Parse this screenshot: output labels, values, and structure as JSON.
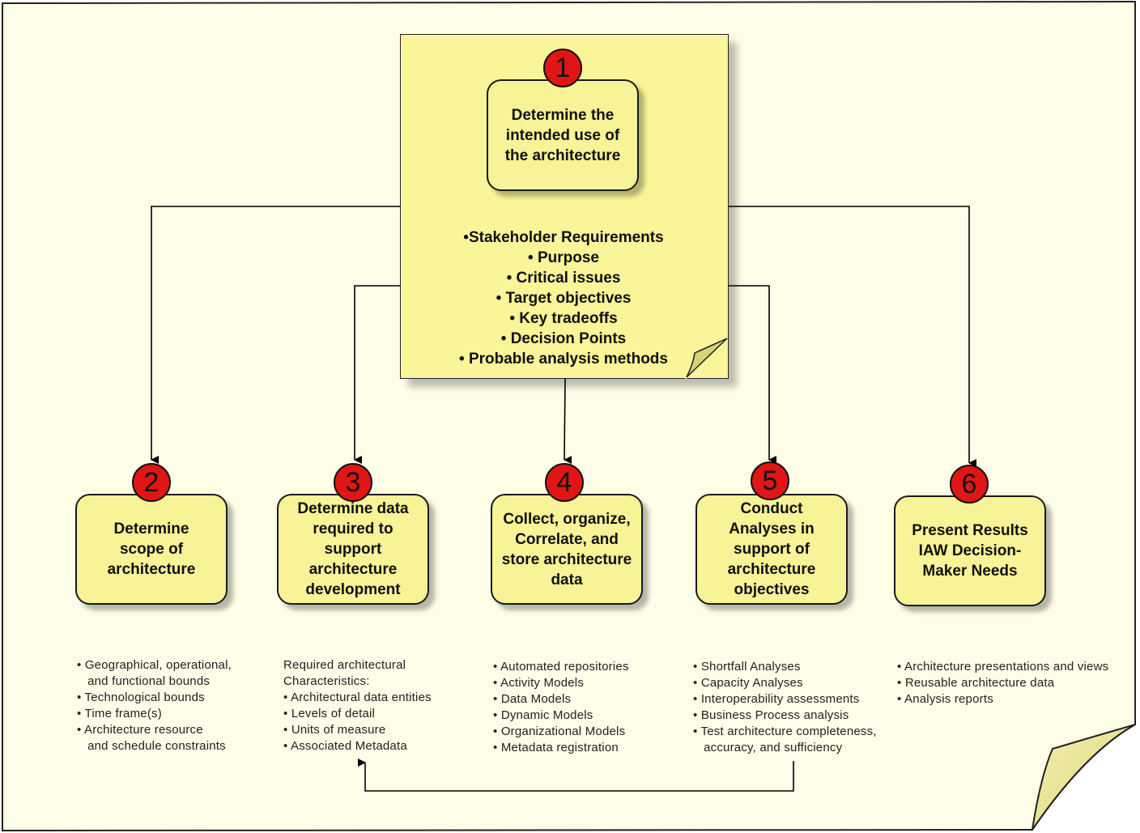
{
  "step1": {
    "number": "1",
    "title": "Determine the intended use of the architecture",
    "bullets": [
      "•Stakeholder Requirements",
      "• Purpose",
      "• Critical issues",
      "• Target objectives",
      "• Key tradeoffs",
      "• Decision Points",
      "• Probable analysis methods"
    ]
  },
  "steps": [
    {
      "number": "2",
      "title": "Determine scope of architecture",
      "details": [
        "• Geographical, operational,",
        "   and functional bounds",
        "• Technological bounds",
        "• Time frame(s)",
        "• Architecture resource",
        "   and schedule constraints"
      ]
    },
    {
      "number": "3",
      "title": "Determine data required to support architecture development",
      "details": [
        "Required architectural",
        "Characteristics:",
        "• Architectural data entities",
        "• Levels of detail",
        "• Units of measure",
        "• Associated Metadata"
      ]
    },
    {
      "number": "4",
      "title": "Collect, organize, Correlate, and store architecture data",
      "details": [
        "• Automated repositories",
        "• Activity Models",
        "• Data Models",
        "• Dynamic Models",
        "• Organizational Models",
        "• Metadata registration"
      ]
    },
    {
      "number": "5",
      "title": "Conduct Analyses in support of architecture objectives",
      "details": [
        "• Shortfall Analyses",
        "• Capacity Analyses",
        "• Interoperability assessments",
        "• Business Process analysis",
        "• Test architecture completeness,",
        "   accuracy, and sufficiency"
      ]
    },
    {
      "number": "6",
      "title": "Present Results IAW Decision-Maker Needs",
      "details": [
        "• Architecture presentations and views",
        "• Reusable architecture data",
        "• Analysis reports"
      ]
    }
  ],
  "colors": {
    "page": "#fdfde6",
    "note": "#f9f598",
    "box": "#f7f396",
    "badge": "#e01616"
  }
}
